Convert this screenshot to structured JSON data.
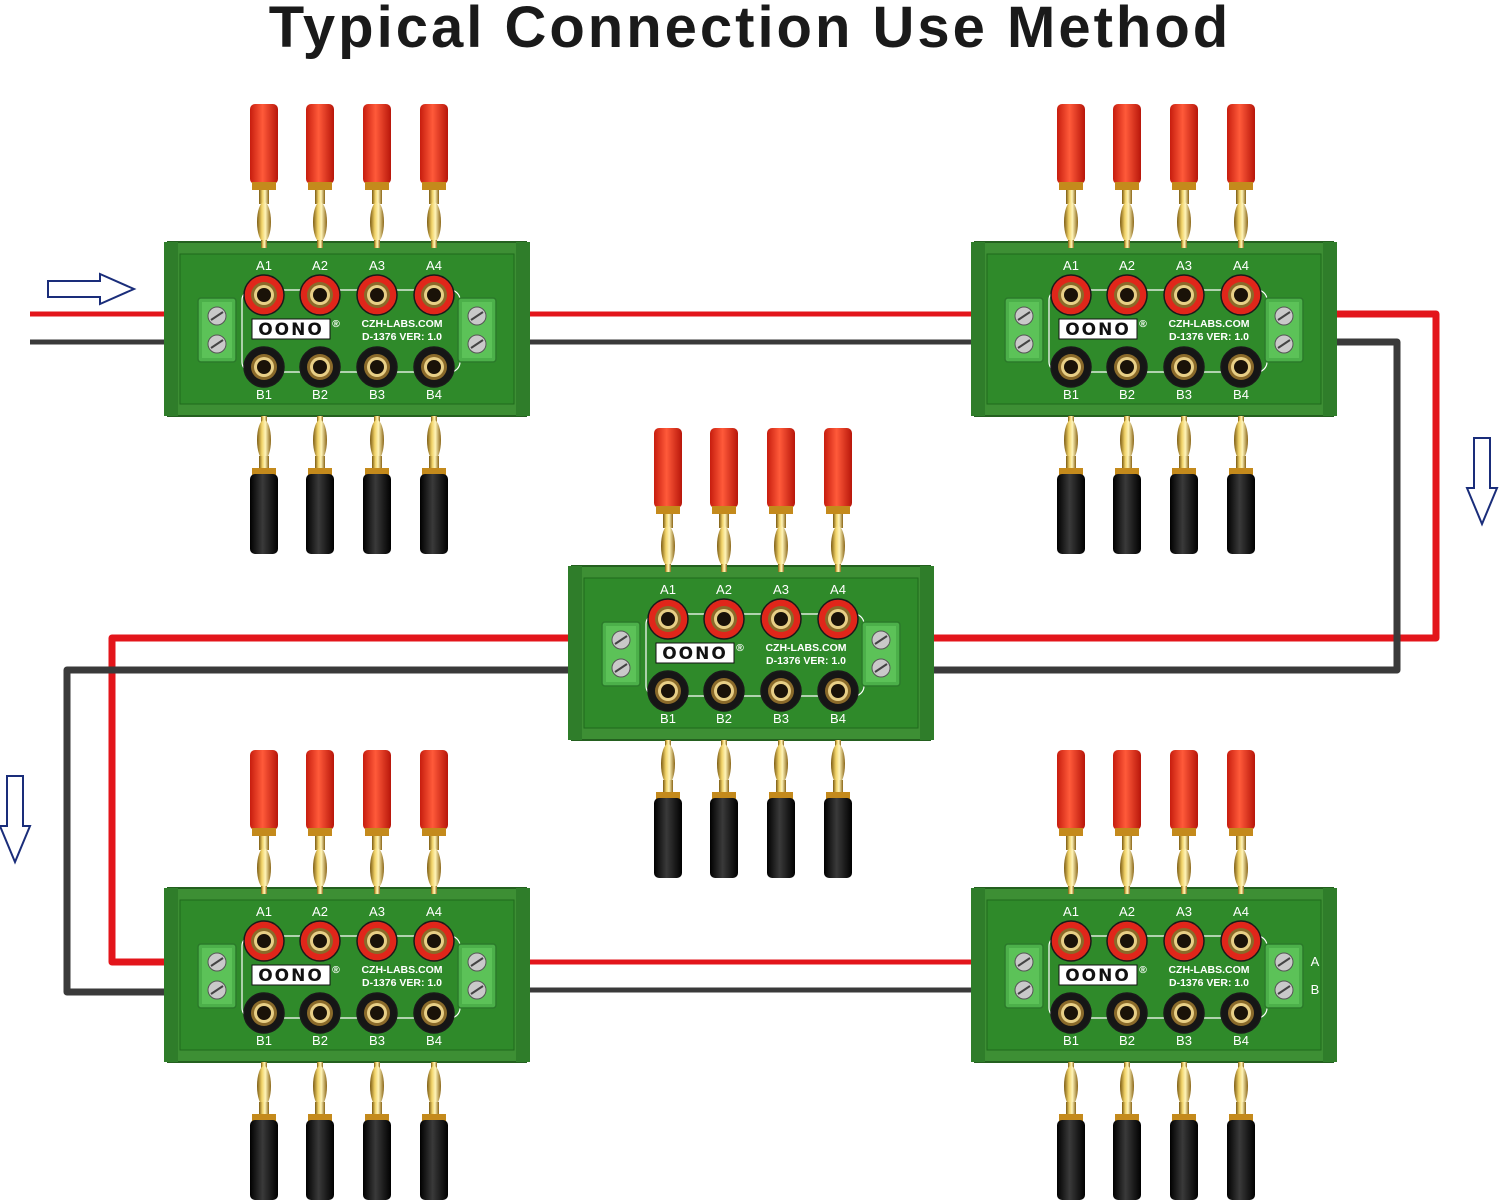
{
  "title": "Typical Connection Use Method",
  "board": {
    "brand": "OONO",
    "registered": "®",
    "site": "CZH-LABS.COM",
    "model": "D-1376 VER: 1.0",
    "top_labels": [
      "A1",
      "A2",
      "A3",
      "A4"
    ],
    "bottom_labels": [
      "B1",
      "B2",
      "B3",
      "B4"
    ],
    "terminal_labels": [
      "A",
      "B"
    ]
  },
  "colors": {
    "board_green": "#2f8f2f",
    "terminal_green": "#4cb04a",
    "wire_red": "#e3151b",
    "wire_black": "#3a3a3a",
    "plug_red": "#f0341f",
    "plug_black": "#111111",
    "arrow_blue": "#1a2d7a"
  },
  "arrows": [
    "arrow-right-icon",
    "arrow-down-icon",
    "arrow-down-icon"
  ]
}
